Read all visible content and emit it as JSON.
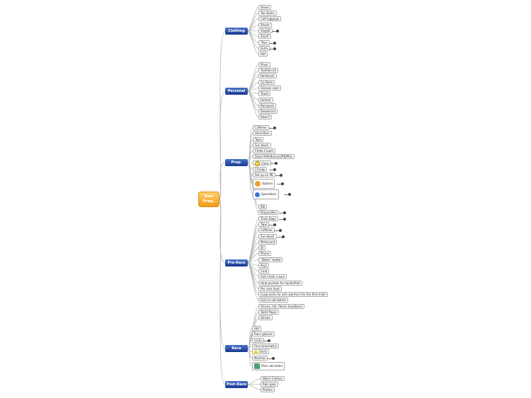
{
  "central": "Run Prep.",
  "branches": [
    {
      "id": "clothing",
      "label": "Clothing",
      "items": [
        "Shoes",
        "Toe Socks",
        "Calf leggings",
        "Shorts",
        "Singlet",
        "Shell?",
        "\"Run",
        "Extra",
        "Hat"
      ],
      "expand": [
        4,
        6,
        7
      ]
    },
    {
      "id": "personal",
      "label": "Personal",
      "items": [
        "Pines",
        "Toothbrush",
        "Hairbrush",
        "Lip Balm",
        "Glasses case",
        "Towel",
        "Helmet",
        "Backpack",
        "Deodorant",
        "Razor?"
      ],
      "expand": []
    },
    {
      "id": "prep",
      "label": "Prep.",
      "items": [
        "Caffeine",
        "Hand Bars",
        "Tape",
        "Sun block",
        "Chafe Cream",
        "Date/ Milk/Banana/PB/Misc",
        "Clock",
        "Charge",
        "Set up on PB",
        "Options",
        "Spectators"
      ],
      "expand": [
        0,
        6,
        7,
        8,
        9,
        10
      ]
    },
    {
      "id": "prerace",
      "label": "Pre-Race",
      "items": [
        "Bib",
        "Disposable",
        "Trash Bags",
        "Tape",
        "Caffeine",
        "Sun block",
        "Metrocard",
        "ID",
        "Phone",
        "\"Water\" bottle",
        "Keys",
        "Coat",
        "Anti-chafe cream",
        "Heat packets for hands/feet",
        "Pre race food",
        "Long socks for arm warmers for the first miles",
        "Gels to eat before",
        "Gloves, hat, fleece headband",
        "Toilet Paper",
        "Straws"
      ],
      "expand": [
        1,
        2,
        3,
        4,
        5
      ]
    },
    {
      "id": "race",
      "label": "Race",
      "items": [
        "Hat",
        "Race glasses",
        "Locks",
        "Face bracelet(s)",
        "Smile",
        "Mantras",
        "Pace calculator"
      ],
      "expand": [
        2,
        5
      ]
    },
    {
      "id": "postrace",
      "label": "Post-Race",
      "items": [
        "Warm Clothes",
        "Rain gear",
        "Protein"
      ],
      "expand": []
    }
  ]
}
